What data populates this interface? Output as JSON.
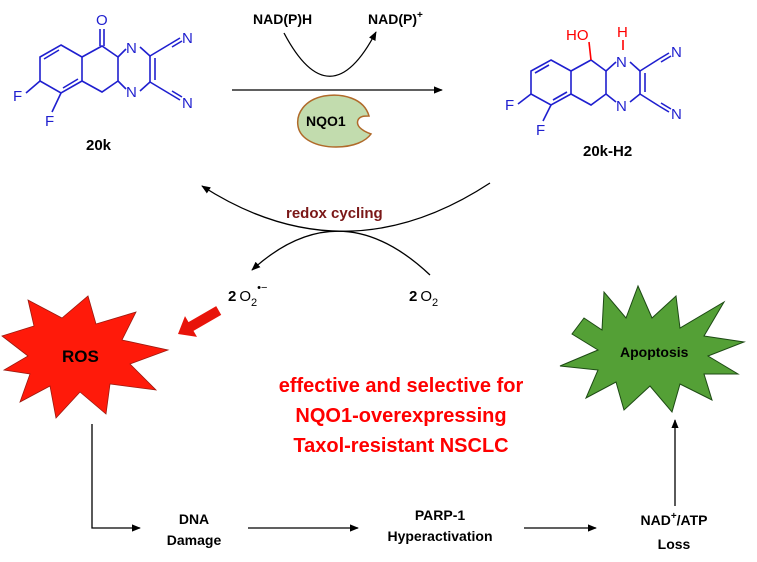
{
  "compound_left": {
    "label": "20k",
    "atoms": {
      "O": "O",
      "N": "N",
      "CN": "N",
      "F": "F"
    }
  },
  "compound_right": {
    "label": "20k-H2",
    "atoms": {
      "OH": "HO",
      "H": "H",
      "N": "N",
      "CN": "N",
      "F": "F"
    }
  },
  "cofactor": {
    "reduced": "NAD(P)H",
    "oxidized_base": "NAD(P)",
    "oxidized_sup": "+"
  },
  "enzyme": {
    "label": "NQO1"
  },
  "cycle": {
    "label": "redox cycling",
    "superoxide_coef": "2",
    "superoxide_base": "O",
    "superoxide_sub": "2",
    "superoxide_sup": "•−",
    "oxygen_coef": "2",
    "oxygen_base": "O",
    "oxygen_sub": "2"
  },
  "ros": {
    "label": "ROS"
  },
  "apoptosis": {
    "label": "Apoptosis"
  },
  "highlight": {
    "line1": "effective and selective for",
    "line2": "NQO1-overexpressing",
    "line3": "Taxol-resistant NSCLC"
  },
  "pathway": {
    "dna_line1": "DNA",
    "dna_line2": "Damage",
    "parp_line1": "PARP-1",
    "parp_line2": "Hyperactivation",
    "nad_base": "NAD",
    "nad_sup": "+",
    "nad_rest": "/ATP",
    "nad_line2": "Loss"
  },
  "colors": {
    "molecule_blue": "#1f1fcf",
    "highlight_red": "#ff0000",
    "cycle_brown": "#7a1717",
    "ros_red": "#ff1a0a",
    "enzyme_green": "#c2dcae",
    "enzyme_border": "#b06a2a",
    "apoptosis_green": "#54a036"
  }
}
